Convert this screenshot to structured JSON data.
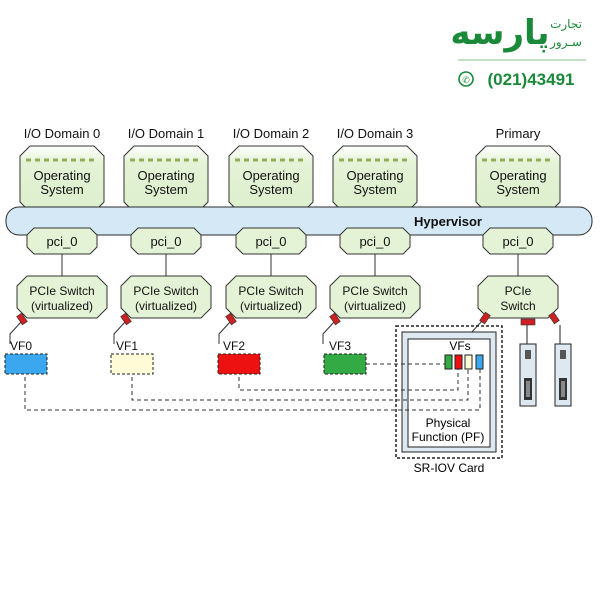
{
  "brand": {
    "name": "پارسه",
    "line1": "تجارت",
    "line2": "سـرور",
    "phone": "(021)43491",
    "accent": "#1a8a3a"
  },
  "diagram": {
    "domains": [
      {
        "title": "I/O Domain 0",
        "os": [
          "Operating",
          "System"
        ],
        "port": "pci_0",
        "switch": [
          "PCIe Switch",
          "(virtualized)"
        ],
        "vf": "VF0",
        "vf_color": "#3aa7ee"
      },
      {
        "title": "I/O Domain 1",
        "os": [
          "Operating",
          "System"
        ],
        "port": "pci_0",
        "switch": [
          "PCIe Switch",
          "(virtualized)"
        ],
        "vf": "VF1",
        "vf_color": "#fffbd6"
      },
      {
        "title": "I/O Domain 2",
        "os": [
          "Operating",
          "System"
        ],
        "port": "pci_0",
        "switch": [
          "PCIe Switch",
          "(virtualized)"
        ],
        "vf": "VF2",
        "vf_color": "#ee1111"
      },
      {
        "title": "I/O Domain 3",
        "os": [
          "Operating",
          "System"
        ],
        "port": "pci_0",
        "switch": [
          "PCIe Switch",
          "(virtualized)"
        ],
        "vf": "VF3",
        "vf_color": "#33aa44"
      }
    ],
    "primary": {
      "title": "Primary",
      "os": [
        "Operating",
        "System"
      ],
      "port": "pci_0",
      "switch": [
        "PCIe",
        "Switch"
      ]
    },
    "hypervisor": "Hypervisor",
    "card": {
      "vfs_label": "VFs",
      "pf": [
        "Physical",
        "Function (PF)"
      ],
      "name": "SR-IOV Card"
    },
    "colors": {
      "os_fill": "#e4f3d6",
      "hypervisor_fill": "#d4e8f5",
      "card_fill": "#dde8f1",
      "connector": "#cc2222"
    }
  }
}
